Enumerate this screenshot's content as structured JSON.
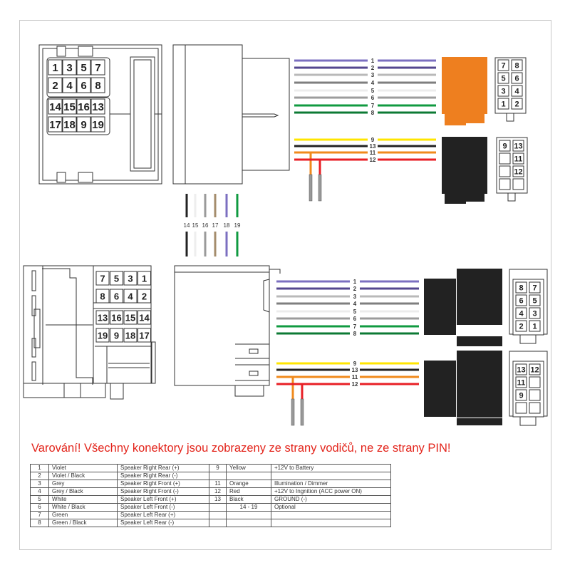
{
  "top": {
    "connector_face_pins": [
      [
        "1",
        "3",
        "5",
        "7"
      ],
      [
        "2",
        "4",
        "6",
        "8"
      ],
      [
        "14",
        "15",
        "16",
        "13"
      ],
      [
        "17",
        "18",
        "9",
        "19"
      ]
    ],
    "speaker_wires": [
      {
        "label": "1",
        "color": "#7b6fc0"
      },
      {
        "label": "2",
        "color": "#54478f"
      },
      {
        "label": "3",
        "color": "#b9b9b9"
      },
      {
        "label": "4",
        "color": "#7f7f7f"
      },
      {
        "label": "5",
        "color": "#ececec"
      },
      {
        "label": "6",
        "color": "#9c9c9c"
      },
      {
        "label": "7",
        "color": "#109a40"
      },
      {
        "label": "8",
        "color": "#0c7a34"
      }
    ],
    "power_wires": [
      {
        "label": "9",
        "color": "#ffe600"
      },
      {
        "label": "13",
        "color": "#222222"
      },
      {
        "label": "11",
        "color": "#f08a1c"
      },
      {
        "label": "12",
        "color": "#e81f25"
      }
    ],
    "optional_wires": [
      {
        "label": "14",
        "color": "#222222"
      },
      {
        "label": "15",
        "color": "#eeeeee"
      },
      {
        "label": "16",
        "color": "#9a9a9a"
      },
      {
        "label": "17",
        "color": "#a48c6c"
      },
      {
        "label": "18",
        "color": "#7b6fc0"
      },
      {
        "label": "19",
        "color": "#109a40"
      }
    ],
    "iso_speaker_pins": [
      [
        "7",
        "8"
      ],
      [
        "5",
        "6"
      ],
      [
        "3",
        "4"
      ],
      [
        "1",
        "2"
      ]
    ],
    "iso_power_pins": [
      [
        "9",
        "13"
      ],
      [
        "",
        "11"
      ],
      [
        "",
        "12"
      ],
      [
        "",
        ""
      ]
    ],
    "iso_speaker_color": "#ee7f1f",
    "iso_power_color": "#222222"
  },
  "bottom": {
    "connector_face_pins": [
      [
        "7",
        "5",
        "3",
        "1"
      ],
      [
        "8",
        "6",
        "4",
        "2"
      ],
      [
        "13",
        "16",
        "15",
        "14"
      ],
      [
        "19",
        "9",
        "18",
        "17"
      ]
    ],
    "iso_speaker_pins": [
      [
        "8",
        "7"
      ],
      [
        "6",
        "5"
      ],
      [
        "4",
        "3"
      ],
      [
        "2",
        "1"
      ]
    ],
    "iso_power_pins": [
      [
        "13",
        "12"
      ],
      [
        "11",
        ""
      ],
      [
        "9",
        ""
      ],
      [
        "",
        ""
      ]
    ]
  },
  "warning": "Varování! Všechny konektory jsou zobrazeny ze strany vodičů, ne ze strany PIN!",
  "legend": [
    [
      "1",
      "Violet",
      "Speaker Right Rear (+)",
      "9",
      "Yellow",
      "+12V to Battery"
    ],
    [
      "2",
      "Violet / Black",
      "Speaker Right Rear (-)",
      "",
      "",
      ""
    ],
    [
      "3",
      "Grey",
      "Speaker Right Front (+)",
      "11",
      "Orange",
      "Illumination / Dimmer"
    ],
    [
      "4",
      "Grey / Black",
      "Speaker Right Front (-)",
      "12",
      "Red",
      "+12V to Ingnition (ACC power ON)"
    ],
    [
      "5",
      "White",
      "Speaker Left Front (+)",
      "13",
      "Black",
      "GROUND (-)"
    ],
    [
      "6",
      "White / Black",
      "Speaker Left Front (-)",
      "",
      "14 - 19",
      "Optional"
    ],
    [
      "7",
      "Green",
      "Speaker Left Rear (+)",
      "",
      "",
      ""
    ],
    [
      "8",
      "Green / Black",
      "Speaker Left Rear (-)",
      "",
      "",
      ""
    ]
  ]
}
